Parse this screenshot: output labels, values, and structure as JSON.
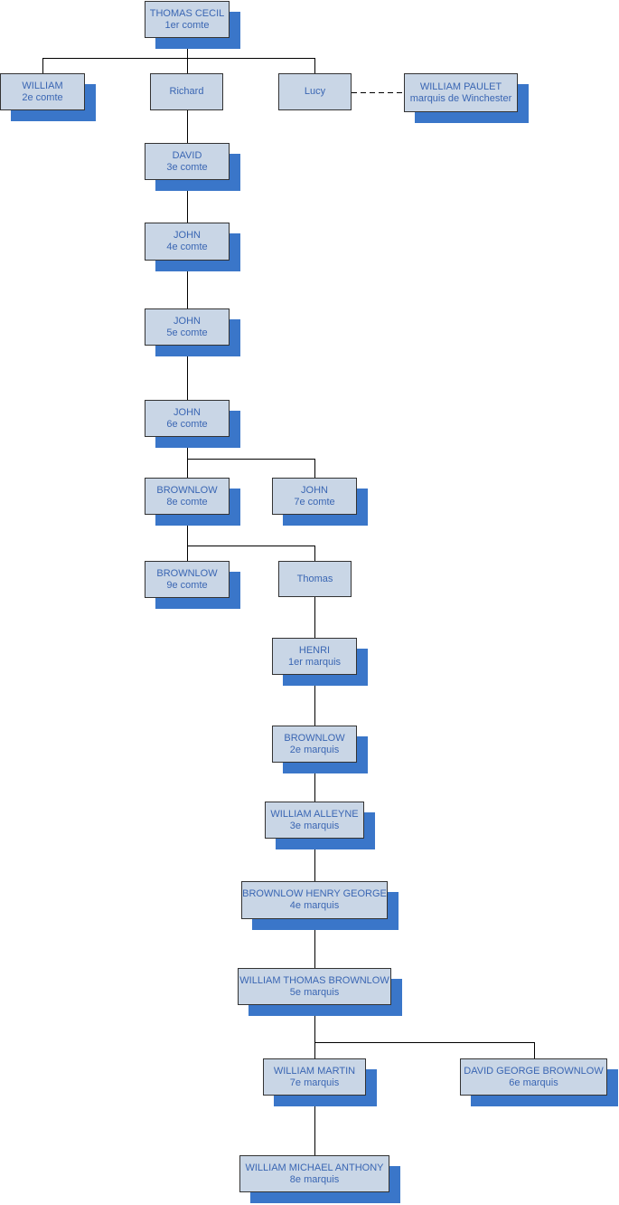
{
  "colors": {
    "box_fill": "#c9d6e6",
    "box_border": "#333333",
    "text": "#3a66b3",
    "shadow": "#3a76c9",
    "line": "#000000"
  },
  "nodes": {
    "thomas_cecil": {
      "name": "THOMAS CECIL",
      "title": "1er comte"
    },
    "william_2": {
      "name": "WILLIAM",
      "title": "2e comte"
    },
    "richard": {
      "name": "Richard",
      "title": ""
    },
    "lucy": {
      "name": "Lucy",
      "title": ""
    },
    "william_paulet": {
      "name": "WILLIAM PAULET",
      "title": "marquis de Winchester"
    },
    "david_3": {
      "name": "DAVID",
      "title": "3e comte"
    },
    "john_4": {
      "name": "JOHN",
      "title": "4e comte"
    },
    "john_5": {
      "name": "JOHN",
      "title": "5e comte"
    },
    "john_6": {
      "name": "JOHN",
      "title": "6e comte"
    },
    "brownlow_8": {
      "name": "BROWNLOW",
      "title": "8e comte"
    },
    "john_7": {
      "name": "JOHN",
      "title": "7e comte"
    },
    "brownlow_9": {
      "name": "BROWNLOW",
      "title": "9e comte"
    },
    "thomas": {
      "name": "Thomas",
      "title": ""
    },
    "henri_1m": {
      "name": "HENRI",
      "title": "1er marquis"
    },
    "brownlow_2m": {
      "name": "BROWNLOW",
      "title": "2e marquis"
    },
    "william_alleyne_3m": {
      "name": "WILLIAM ALLEYNE",
      "title": "3e marquis"
    },
    "brownlow_henry_george_4m": {
      "name": "BROWNLOW HENRY GEORGE",
      "title": "4e marquis"
    },
    "william_thomas_brownlow_5m": {
      "name": "WILLIAM THOMAS BROWNLOW",
      "title": "5e marquis"
    },
    "william_martin_7m": {
      "name": "WILLIAM MARTIN",
      "title": "7e marquis"
    },
    "david_george_brownlow_6m": {
      "name": "DAVID GEORGE BROWNLOW",
      "title": "6e marquis"
    },
    "william_michael_anthony_8m": {
      "name": "WILLIAM MICHAEL ANTHONY",
      "title": "8e marquis"
    }
  }
}
